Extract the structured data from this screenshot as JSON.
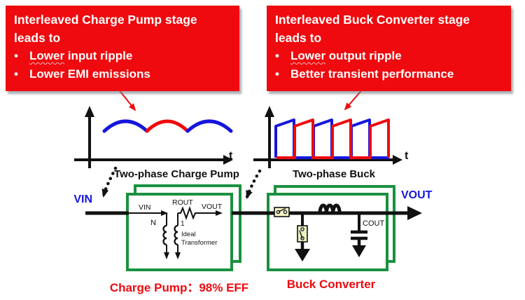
{
  "callouts": {
    "bullet_char": "•",
    "left": {
      "title": "Interleaved Charge Pump stage leads to",
      "bullets": [
        {
          "lead": "Lower",
          "rest": " input ripple"
        },
        {
          "lead": "Lower",
          "rest": " EMI emissions"
        }
      ]
    },
    "right": {
      "title": "Interleaved Buck Converter stage leads to",
      "bullets": [
        {
          "lead": "Lower",
          "rest": " output ripple"
        },
        {
          "lead": "Better",
          "rest": " transient performance"
        }
      ]
    }
  },
  "waveforms": {
    "left": {
      "caption": "Two-phase Charge Pump",
      "axis_label": "t"
    },
    "right": {
      "caption": "Two-phase Buck",
      "axis_label": "t"
    }
  },
  "schematic": {
    "input_label": "VIN",
    "output_label": "VOUT",
    "charge_pump": {
      "caption": "Charge Pump：98% EFF",
      "vin": "VIN",
      "rout": "ROUT",
      "vout": "VOUT",
      "n": "N",
      "one": "1",
      "ideal_line1": "Ideal",
      "ideal_line2": "Transformer"
    },
    "buck": {
      "caption": "Buck Converter",
      "cout": "COUT"
    }
  },
  "colors": {
    "accent_red": "#ee0a0e",
    "box_green": "#1a9140",
    "signal_blue": "#1515dd",
    "wire_black": "#111111"
  }
}
